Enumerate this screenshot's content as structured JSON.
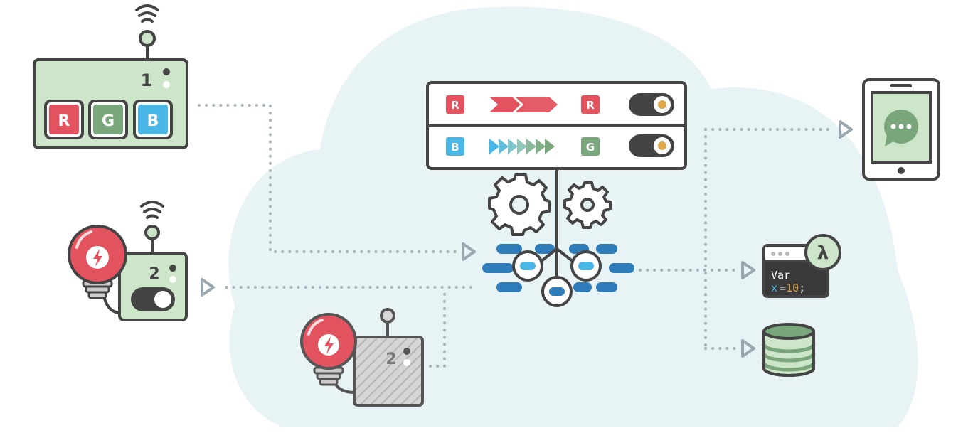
{
  "colors": {
    "outline": "#444444",
    "cloud": "#e8f3f6",
    "device_green": "#cde5c8",
    "red": "#e2535f",
    "green": "#7aa67c",
    "blue": "#49b8e6",
    "connector_blue": "#2e7dba",
    "dots": "#a9b4ba",
    "arrow": "#9aa7ae",
    "orange": "#e0a64b"
  },
  "controller": {
    "number": "1",
    "buttons": [
      "R",
      "G",
      "B"
    ]
  },
  "bulb_device": {
    "number": "2"
  },
  "shadow_device": {
    "number": "2"
  },
  "rules_panel": {
    "rows": [
      {
        "source": "R",
        "target": "R"
      },
      {
        "source": "B",
        "target": "G"
      }
    ]
  },
  "code_window": {
    "symbol": "λ",
    "line1": "Var",
    "var_name": "x",
    "operator": "=",
    "value": "10",
    "terminator": ";"
  },
  "icons": [
    "wifi-icon",
    "gear-icon",
    "chat-bubble-icon",
    "lambda-icon",
    "database-icon",
    "lightning-icon",
    "tablet-icon",
    "lightbulb-icon"
  ]
}
